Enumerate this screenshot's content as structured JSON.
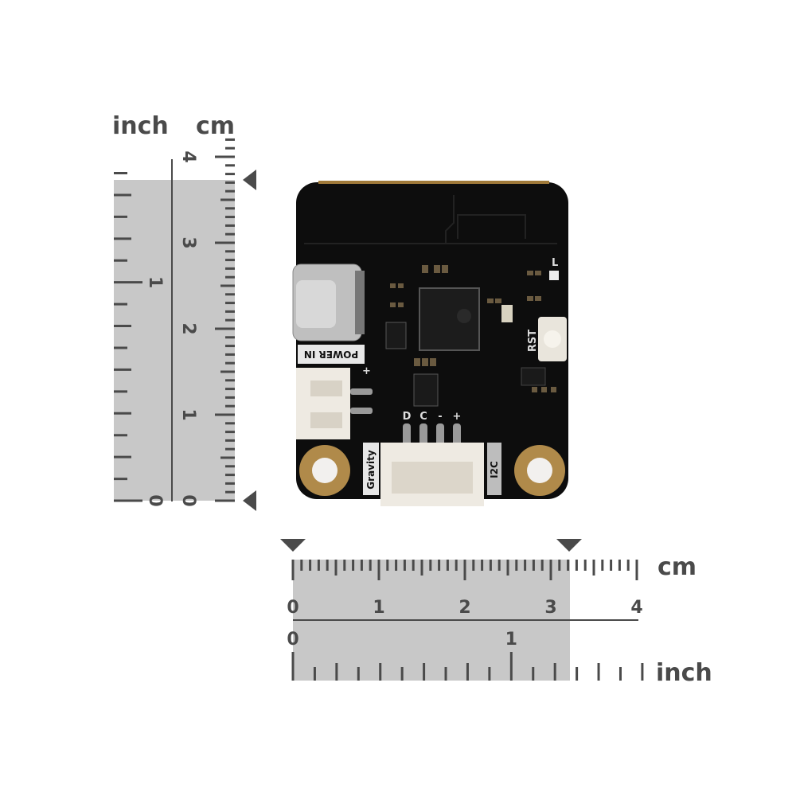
{
  "rulers": {
    "vertical": {
      "inch_label": "inch",
      "cm_label": "cm",
      "cm_numbers": [
        "0",
        "1",
        "2",
        "3",
        "4"
      ],
      "inch_numbers": [
        "0",
        "1"
      ],
      "measured_span_cm": [
        0,
        3.73
      ]
    },
    "horizontal": {
      "inch_label": "inch",
      "cm_label": "cm",
      "cm_numbers": [
        "0",
        "1",
        "2",
        "3",
        "4"
      ],
      "inch_numbers": [
        "0",
        "1"
      ],
      "measured_span_cm": [
        0,
        3.22
      ]
    }
  },
  "board": {
    "power_label": "POWER IN",
    "reset_label": "RST",
    "led_label": "L",
    "pin_labels": [
      "D",
      "C",
      "-",
      "+"
    ],
    "gravity_label": "Gravity",
    "i2c_label": "I2C",
    "plus_label": "+",
    "colors": {
      "pcb": "#0d0d0d",
      "gold": "#b08a4a",
      "connector": "#eeeae2",
      "ruler_fill": "#c8c8c8",
      "ink": "#4a4a4a"
    }
  }
}
